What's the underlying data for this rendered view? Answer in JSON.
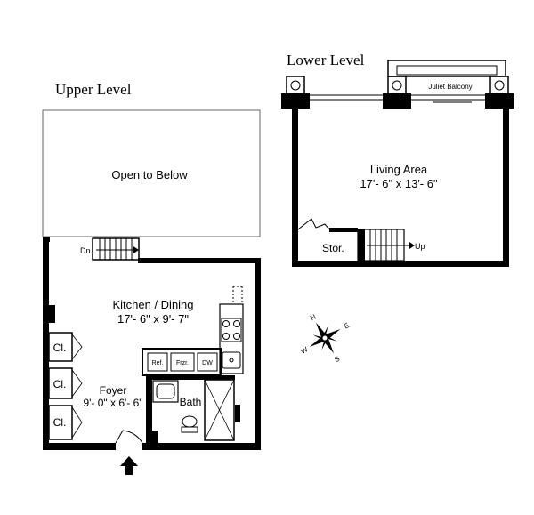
{
  "upper_level": {
    "title": "Upper Level",
    "open_to_below": "Open to Below",
    "stair_label": "Dn",
    "kitchen": {
      "name": "Kitchen / Dining",
      "dims": "17'- 6\" x 9'- 7\""
    },
    "appliances": {
      "refrigerator": "Ref.",
      "freezer": "Frzr.",
      "dishwasher": "DW"
    },
    "closets": [
      "Cl.",
      "Cl.",
      "Cl."
    ],
    "foyer": {
      "name": "Foyer",
      "dims": "9'- 0\" x 6'- 6\""
    },
    "bath": "Bath"
  },
  "lower_level": {
    "title": "Lower Level",
    "balcony": "Juliet Balcony",
    "living": {
      "name": "Living Area",
      "dims": "17'- 6\" x 13'- 6\""
    },
    "storage": "Stor.",
    "stair_label": "Up"
  },
  "compass": {
    "n": "N",
    "e": "E",
    "s": "S",
    "w": "W"
  },
  "colors": {
    "wall": "#000000",
    "line": "#222222",
    "background": "#ffffff"
  }
}
